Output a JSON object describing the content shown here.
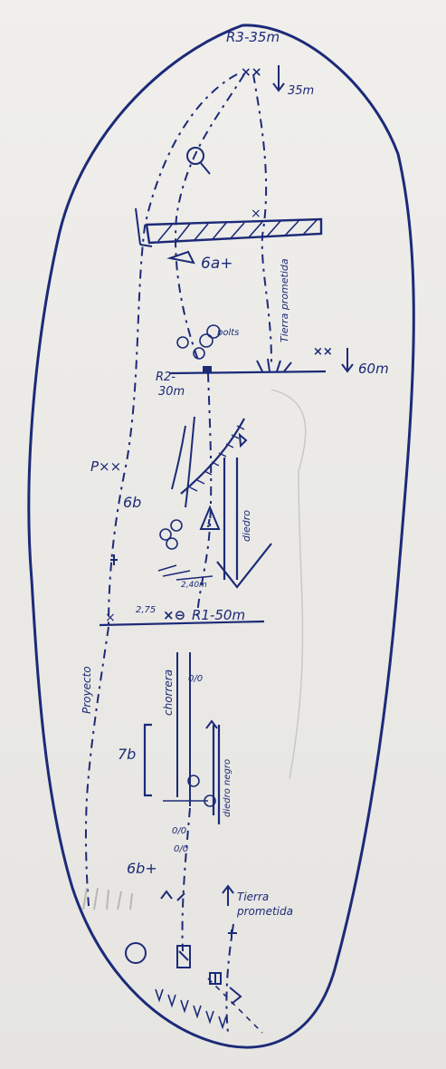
{
  "topo": {
    "top_anchor": "R3-35m",
    "top_rappel": "35m",
    "roof_grade": "6a+",
    "tierra_label_upper": "Tierra prometida",
    "bolt_note": "bolts",
    "r2_label": "R2-\n30m",
    "right_rappel": "60m",
    "left_grade": "6b",
    "dihedral_label": "diedro",
    "crack_text": "2,40m",
    "r1_prefix": "2,75",
    "r1_label": "R1-50m",
    "proyecto_label": "Proyecto",
    "chorrera_label": "chorrera",
    "lower_grade": "7b",
    "dihedral_lower": "diedro negro",
    "bottom_grade": "6b+",
    "tierra_label_lower": "Tierra prometida"
  },
  "colors": {
    "ink": "#1c2a78",
    "paper": "#eeede9",
    "pencil": "#bdbdb8"
  }
}
